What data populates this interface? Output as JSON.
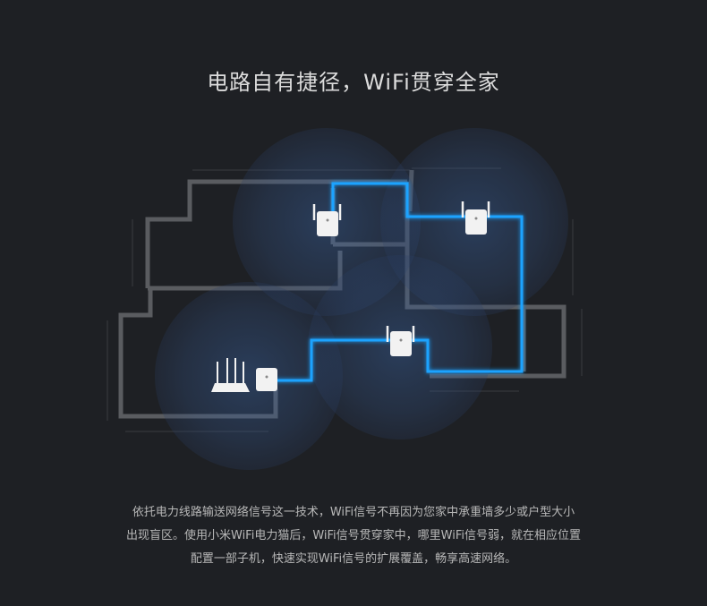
{
  "page": {
    "title": "电路自有捷径，WiFi贯穿全家",
    "description_lines": [
      "依托电力线路输送网络信号这一技术，WiFi信号不再因为您家中承重墙多少或户型大小",
      "出现盲区。使用小米WiFi电力猫后，WiFi信号贯穿家中，哪里WiFi信号弱，就在相应位置",
      "配置一部子机，快速实现WiFi信号的扩展覆盖，畅享高速网络。"
    ]
  },
  "colors": {
    "background": "#1e2024",
    "wall": "#5a5c60",
    "powerline": "#1aa3ff",
    "signal": "#3d6bb0",
    "device": "#f2f2f2"
  },
  "icons": {
    "router": "router-icon",
    "base_unit": "powerline-base-icon",
    "extender": "powerline-extender-icon"
  }
}
